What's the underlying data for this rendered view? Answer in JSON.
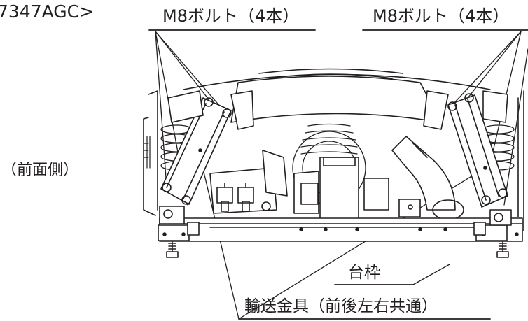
{
  "labels": {
    "model": "7347AGC>",
    "front_side": "（前面側）",
    "bolt_left": "M8ボルト（4本）",
    "bolt_right": "M8ボルト（4本）",
    "base_frame": "台枠",
    "transport_fitting": "輸送金具（前後左右共通）"
  },
  "colors": {
    "line": "#231f20",
    "fill": "#ffffff"
  }
}
